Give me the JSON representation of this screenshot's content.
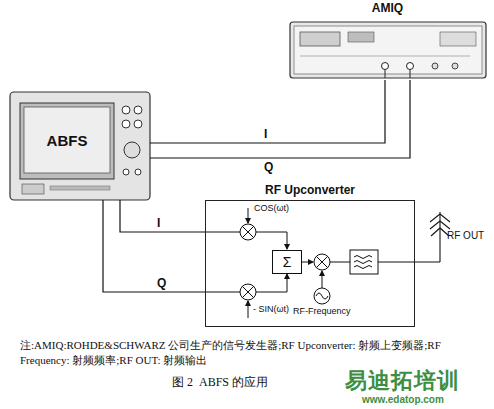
{
  "diagram": {
    "caption": "图 2  ABFS 的应用",
    "nodes": [
      {
        "text": [
          "AMIQ"
        ]
      },
      {
        "text": [
          "ABFS"
        ]
      },
      {
        "text": [
          "RF Upconverter"
        ]
      },
      {
        "text": [
          "Σ"
        ],
        "in": 2
      }
    ],
    "edges": [
      {
        "from": 0,
        "to": 1,
        "label": "I",
        "arrow": "none"
      },
      {
        "from": 0,
        "to": 1,
        "label": "Q",
        "arrow": "none"
      },
      {
        "from": 1,
        "to": 2,
        "label": "I",
        "arrow": "none"
      },
      {
        "from": 1,
        "to": 2,
        "label": "Q",
        "arrow": "none"
      }
    ],
    "labels": [
      "COS(ωt)",
      "- SIN(ωt)",
      "RF-Frequency",
      "RF OUT",
      "注:AMIQ:ROHDE&SCHWARZ 公司生产的信号发生器;RF Upconverter: 射频上变频器;RF Frequency: 射频频率;RF OUT: 射频输出",
      "易迪拓培训",
      "www.edatop.com"
    ]
  }
}
